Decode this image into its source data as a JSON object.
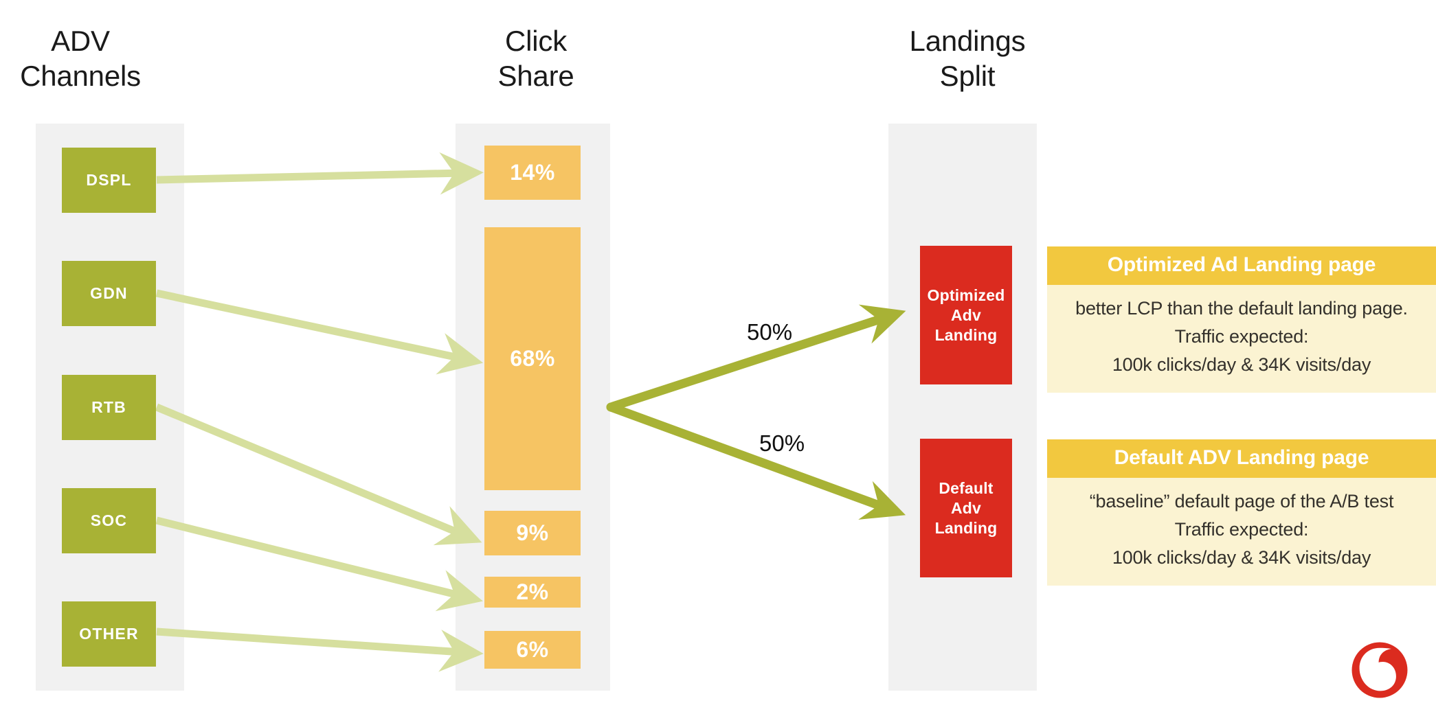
{
  "columns": [
    {
      "title": "ADV\nChannels"
    },
    {
      "title": "Click\nShare"
    },
    {
      "title": "Landings\nSplit"
    }
  ],
  "adv_channels": [
    {
      "label": "DSPL"
    },
    {
      "label": "GDN"
    },
    {
      "label": "RTB"
    },
    {
      "label": "SOC"
    },
    {
      "label": "OTHER"
    }
  ],
  "click_share": [
    {
      "label": "14%"
    },
    {
      "label": "68%"
    },
    {
      "label": "9%"
    },
    {
      "label": "2%"
    },
    {
      "label": "6%"
    }
  ],
  "landings": [
    {
      "label": "Optimized\nAdv\nLanding"
    },
    {
      "label": "Default\nAdv\nLanding"
    }
  ],
  "split": [
    {
      "label": "50%"
    },
    {
      "label": "50%"
    }
  ],
  "cards": [
    {
      "title": "Optimized Ad Landing page",
      "body": "better LCP than the default landing page.\nTraffic expected:\n100k clicks/day  & 34K visits/day"
    },
    {
      "title": "Default ADV Landing page",
      "body": "“baseline” default page of the A/B test\nTraffic expected:\n100k clicks/day  & 34K visits/day"
    }
  ],
  "logo": {
    "name": "vodafone-logo"
  },
  "colors": {
    "channel_green": "#a8b235",
    "share_orange": "#f6c463",
    "landing_red": "#db2b1f",
    "card_header_yellow": "#f2c83f",
    "card_body_cream": "#fbf3d2",
    "column_gray": "#f1f1f1",
    "arrow_light_green": "#d6df9e",
    "arrow_dark_green": "#a8b235"
  },
  "chart_data": {
    "type": "diagram",
    "title": "ADV Channels → Click Share → Landings Split",
    "stages": [
      {
        "name": "ADV Channels",
        "nodes": [
          "DSPL",
          "GDN",
          "RTB",
          "SOC",
          "OTHER"
        ]
      },
      {
        "name": "Click Share",
        "nodes": [
          "14%",
          "68%",
          "9%",
          "2%",
          "6%"
        ],
        "values": [
          14,
          68,
          9,
          2,
          6
        ],
        "unit": "percent"
      },
      {
        "name": "Landings Split",
        "nodes": [
          "Optimized Adv Landing",
          "Default Adv Landing"
        ],
        "values": [
          50,
          50
        ],
        "unit": "percent"
      }
    ],
    "links": [
      {
        "from": "DSPL",
        "to": "14%",
        "value": 14
      },
      {
        "from": "GDN",
        "to": "68%",
        "value": 68
      },
      {
        "from": "RTB",
        "to": "9%",
        "value": 9
      },
      {
        "from": "SOC",
        "to": "2%",
        "value": 2
      },
      {
        "from": "OTHER",
        "to": "6%",
        "value": 6
      },
      {
        "from": "Click Share",
        "to": "Optimized Adv Landing",
        "value": 50,
        "label": "50%"
      },
      {
        "from": "Click Share",
        "to": "Default Adv Landing",
        "value": 50,
        "label": "50%"
      }
    ]
  }
}
